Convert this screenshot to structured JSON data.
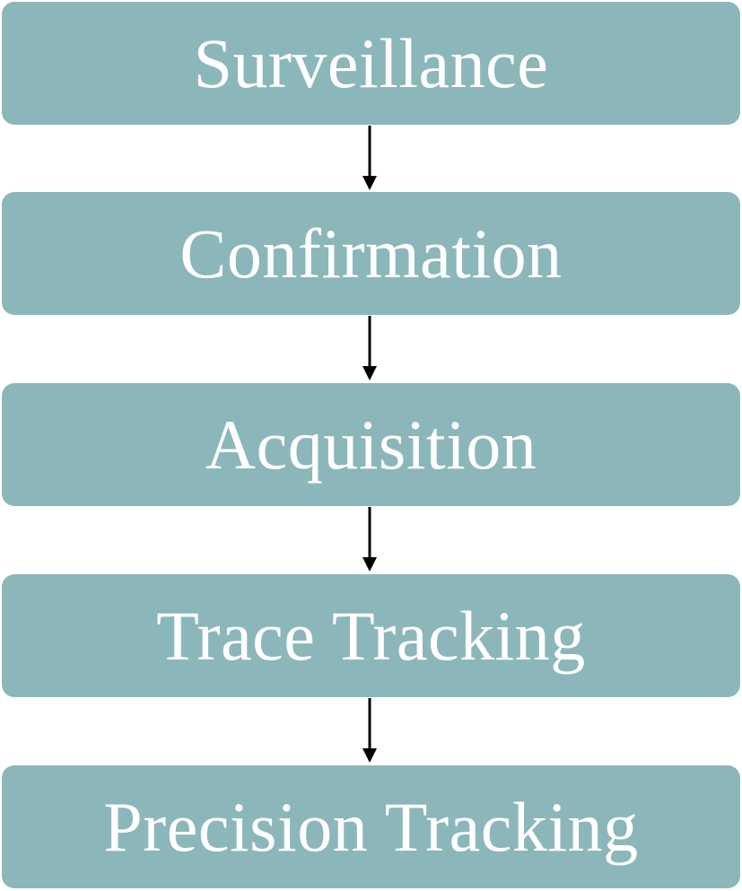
{
  "diagram": {
    "colors": {
      "box_fill": "#8cb7ba",
      "text": "#ffffff",
      "arrow": "#000000",
      "background": "#ffffff"
    },
    "stages": [
      {
        "label": "Surveillance"
      },
      {
        "label": "Confirmation"
      },
      {
        "label": "Acquisition"
      },
      {
        "label": "Trace Tracking"
      },
      {
        "label": "Precision Tracking"
      }
    ]
  }
}
